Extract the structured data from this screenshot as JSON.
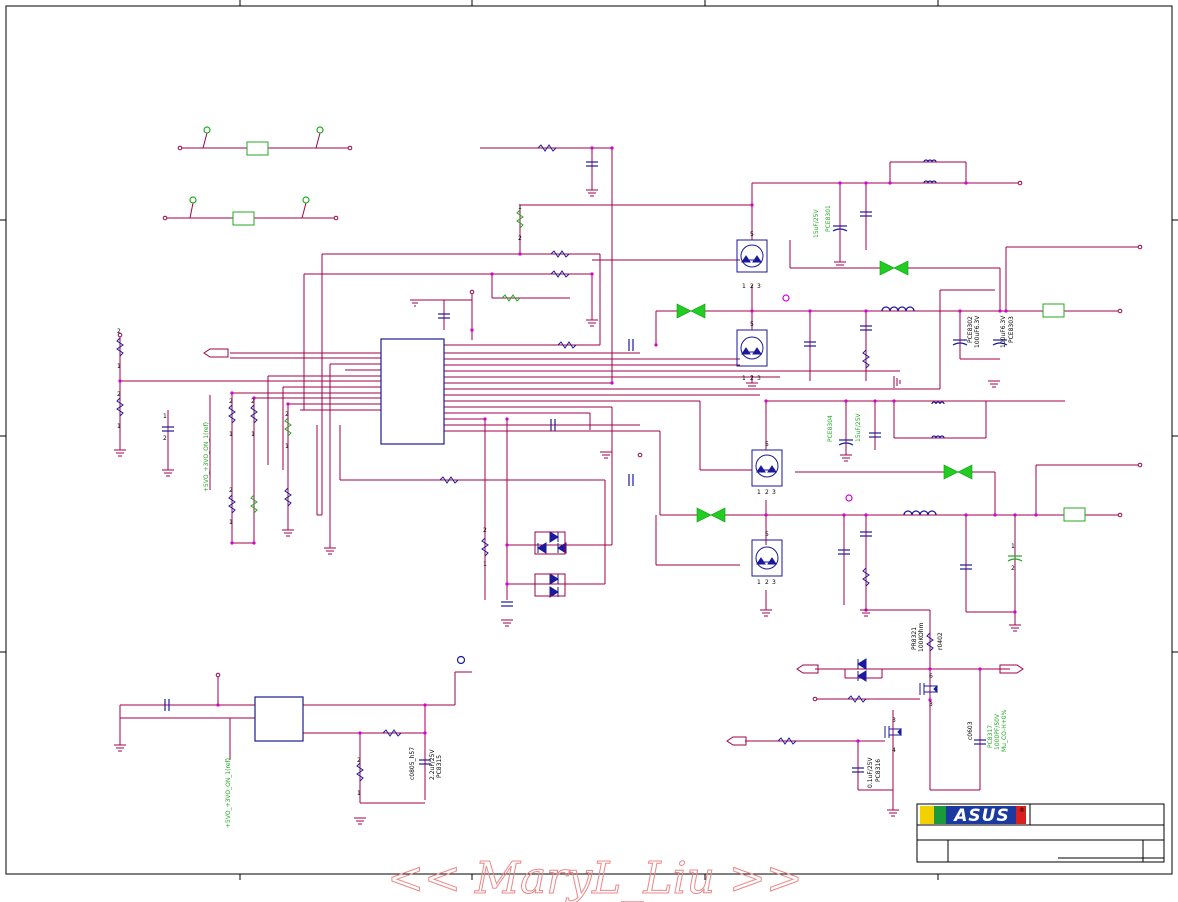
{
  "labels": {
    "net_5vo_on_a": "+5VO_+3VO_ON_1(ref)",
    "net_5vo_on_b": "+5VO_+3VO_ON_1(ref)",
    "pce8302": "PCE8302",
    "pce8302_val": "100uF6.3V",
    "pce8303": "PCE8303",
    "pce8303_val": "100uF6.3V",
    "pce8301": "PCE8301",
    "pce8301_val": "15uF/25V",
    "pce8304": "PCE8304",
    "pce8304_val": "15uF/25V",
    "pr8321": "PR8321",
    "pr8321_val": "100KOhm",
    "pr8321_ref": "r0402",
    "pc8316": "PC8316",
    "pc8316_val": "0.1uF/25V",
    "pc8315": "PC8315",
    "pc8315_val": "2.2uF/25V",
    "pc8315_ref": "c0805_h57",
    "pc8317": "PC8317",
    "pc8317_val": "1000PF/50V",
    "pc8317_note": "Mu_CO-H+0%",
    "pc8317_ref": "c0603"
  },
  "title_block": {
    "logo_text": "ASUS",
    "registered": "®"
  },
  "watermark": "<< MaryL_Liu >>",
  "colors": {
    "wire": "#a0004a",
    "node": "#d400d4",
    "component": "#1a1a9a",
    "power_symbol": "#a0004a",
    "highlight": "#22cc22",
    "watermark": "#ee8888"
  }
}
